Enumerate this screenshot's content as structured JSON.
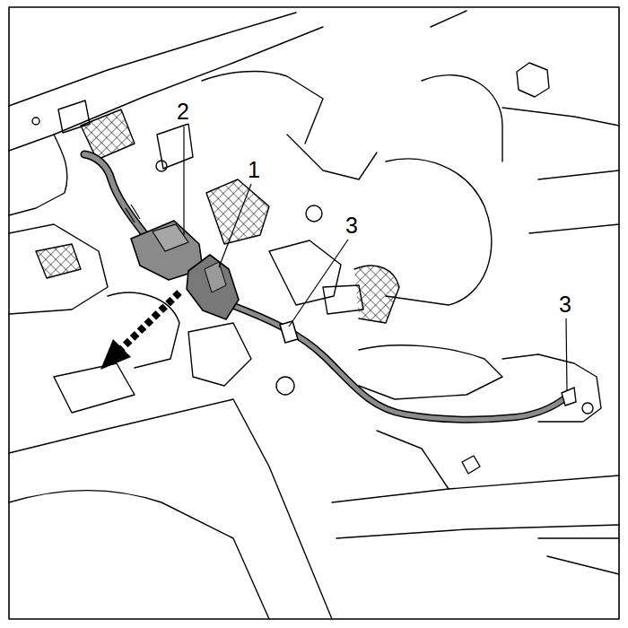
{
  "diagram": {
    "labels": [
      "2",
      "1",
      "3",
      "3"
    ]
  }
}
